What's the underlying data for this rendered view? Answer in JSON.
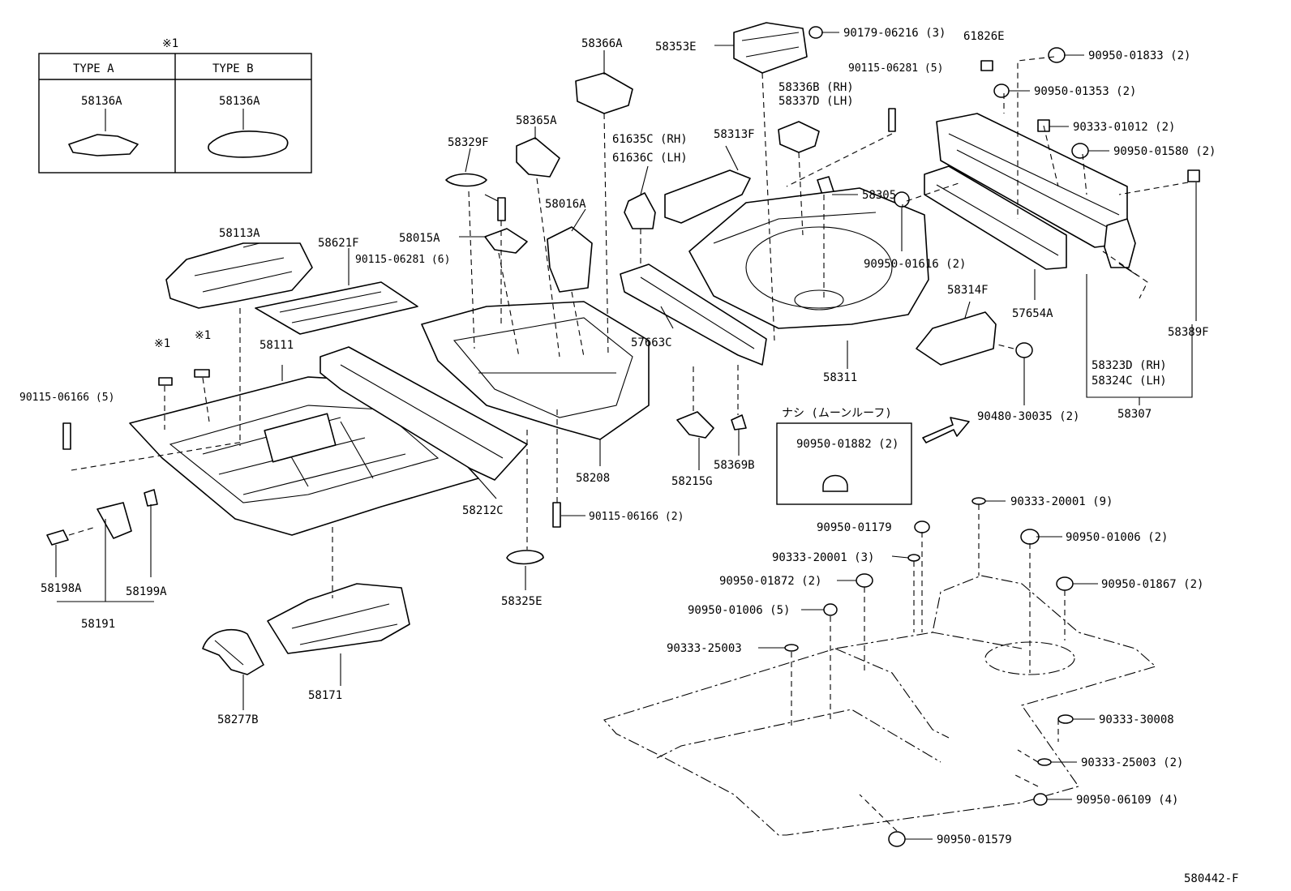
{
  "legend": {
    "marker": "※1",
    "type_a": {
      "header": "TYPE A",
      "part": "58136A"
    },
    "type_b": {
      "header": "TYPE B",
      "part": "58136A"
    }
  },
  "moonroof_box": {
    "title": "ナシ (ムーンルーフ)",
    "part": "90950-01882 (2)"
  },
  "labels": [
    {
      "id": "58366A",
      "text": "58366A"
    },
    {
      "id": "58353E",
      "text": "58353E"
    },
    {
      "id": "90179-06216",
      "text": "90179-06216 (3)"
    },
    {
      "id": "61826E",
      "text": "61826E"
    },
    {
      "id": "90950-01833",
      "text": "90950-01833 (2)"
    },
    {
      "id": "90115-06281-5",
      "text": "90115-06281 (5)"
    },
    {
      "id": "90950-01353",
      "text": "90950-01353 (2)"
    },
    {
      "id": "58336B",
      "text": "58336B (RH)"
    },
    {
      "id": "58337D",
      "text": "58337D (LH)"
    },
    {
      "id": "90333-01012",
      "text": "90333-01012 (2)"
    },
    {
      "id": "58365A",
      "text": "58365A"
    },
    {
      "id": "61635C",
      "text": "61635C (RH)"
    },
    {
      "id": "61636C",
      "text": "61636C (LH)"
    },
    {
      "id": "58313F",
      "text": "58313F"
    },
    {
      "id": "58329F",
      "text": "58329F"
    },
    {
      "id": "90950-01580",
      "text": "90950-01580 (2)"
    },
    {
      "id": "58016A",
      "text": "58016A"
    },
    {
      "id": "58305",
      "text": "58305"
    },
    {
      "id": "58113A",
      "text": "58113A"
    },
    {
      "id": "58015A",
      "text": "58015A"
    },
    {
      "id": "58621F",
      "text": "58621F"
    },
    {
      "id": "90115-06281-6",
      "text": "90115-06281 (6)"
    },
    {
      "id": "90950-01616",
      "text": "90950-01616 (2)"
    },
    {
      "id": "58314F",
      "text": "58314F"
    },
    {
      "id": "57654A",
      "text": "57654A"
    },
    {
      "id": "58389F",
      "text": "58389F"
    },
    {
      "id": "mark1-a",
      "text": "※1"
    },
    {
      "id": "mark1-b",
      "text": "※1"
    },
    {
      "id": "58111",
      "text": "58111"
    },
    {
      "id": "57663C",
      "text": "57663C"
    },
    {
      "id": "58311",
      "text": "58311"
    },
    {
      "id": "58323D",
      "text": "58323D (RH)"
    },
    {
      "id": "58324C",
      "text": "58324C (LH)"
    },
    {
      "id": "90115-06166-5",
      "text": "90115-06166 (5)"
    },
    {
      "id": "90480-30035",
      "text": "90480-30035 (2)"
    },
    {
      "id": "58307",
      "text": "58307"
    },
    {
      "id": "58215G",
      "text": "58215G"
    },
    {
      "id": "58369B",
      "text": "58369B"
    },
    {
      "id": "58208",
      "text": "58208"
    },
    {
      "id": "58212C",
      "text": "58212C"
    },
    {
      "id": "90115-06166-2",
      "text": "90115-06166 (2)"
    },
    {
      "id": "90333-20001-9",
      "text": "90333-20001 (9)"
    },
    {
      "id": "90950-01179",
      "text": "90950-01179"
    },
    {
      "id": "90950-01006-2",
      "text": "90950-01006 (2)"
    },
    {
      "id": "90333-20001-3",
      "text": "90333-20001 (3)"
    },
    {
      "id": "90950-01872",
      "text": "90950-01872 (2)"
    },
    {
      "id": "90950-01867",
      "text": "90950-01867 (2)"
    },
    {
      "id": "58198A",
      "text": "58198A"
    },
    {
      "id": "58199A",
      "text": "58199A"
    },
    {
      "id": "58325E",
      "text": "58325E"
    },
    {
      "id": "90950-01006-5",
      "text": "90950-01006 (5)"
    },
    {
      "id": "58191",
      "text": "58191"
    },
    {
      "id": "90333-25003",
      "text": "90333-25003"
    },
    {
      "id": "58171",
      "text": "58171"
    },
    {
      "id": "90333-30008",
      "text": "90333-30008"
    },
    {
      "id": "58277B",
      "text": "58277B"
    },
    {
      "id": "90333-25003-2",
      "text": "90333-25003 (2)"
    },
    {
      "id": "90950-06109",
      "text": "90950-06109 (4)"
    },
    {
      "id": "90950-01579",
      "text": "90950-01579"
    }
  ],
  "figure_code": "580442-F"
}
